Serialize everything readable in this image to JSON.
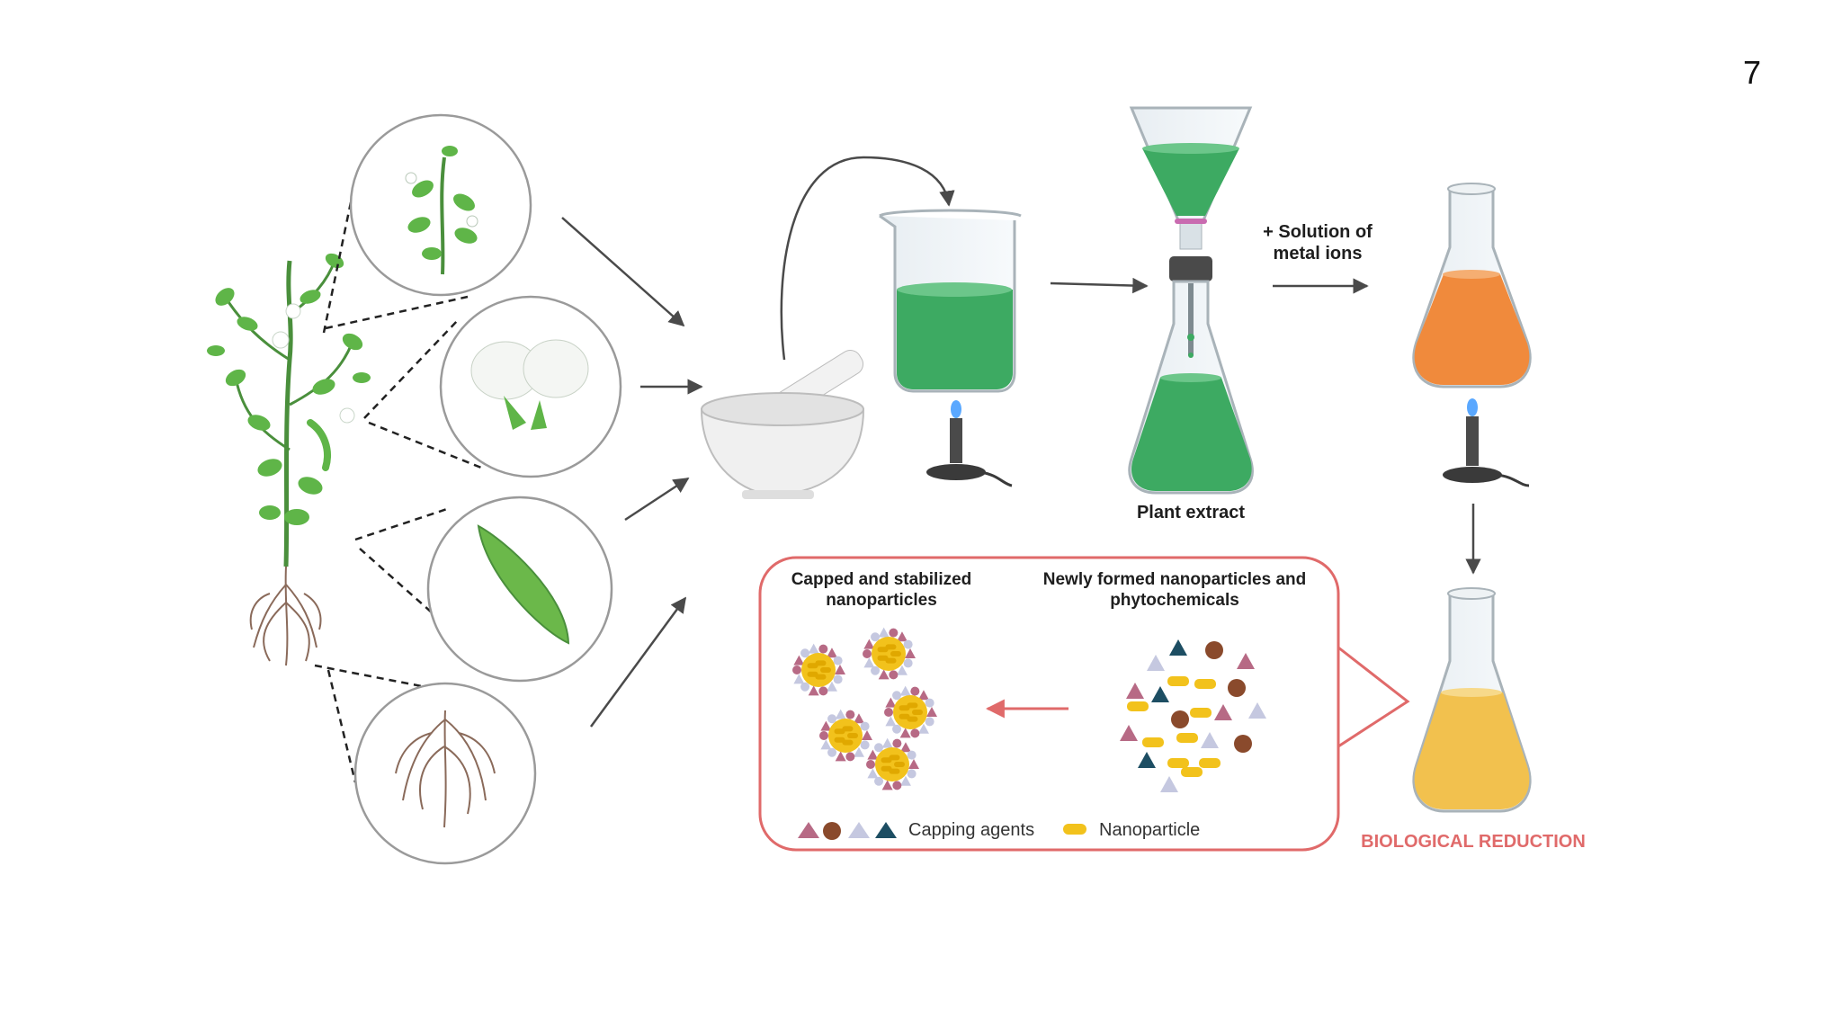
{
  "slide": {
    "page_number": "7"
  },
  "labels": {
    "metal_ions": "+ Solution of\nmetal ions",
    "plant_extract": "Plant extract",
    "capped": "Capped and stabilized\nnanoparticles",
    "newly_formed": "Newly formed nanoparticles and\nphytochemicals",
    "biological_reduction": "BIOLOGICAL REDUCTION"
  },
  "legend": {
    "capping_agents": "Capping agents",
    "nanoparticle": "Nanoparticle"
  },
  "colors": {
    "plant_green": "#4caf50",
    "extract_green": "#3daa62",
    "orange_solution": "#f08a3c",
    "yellow_solution": "#f2c14e",
    "reduction_red": "#e06a6a",
    "capping_pink": "#b76a85",
    "capping_brown": "#8a4a2c",
    "capping_lilac": "#c5c8e0",
    "capping_teal": "#1d4e63",
    "nanoparticle_yellow": "#f2c21c"
  }
}
